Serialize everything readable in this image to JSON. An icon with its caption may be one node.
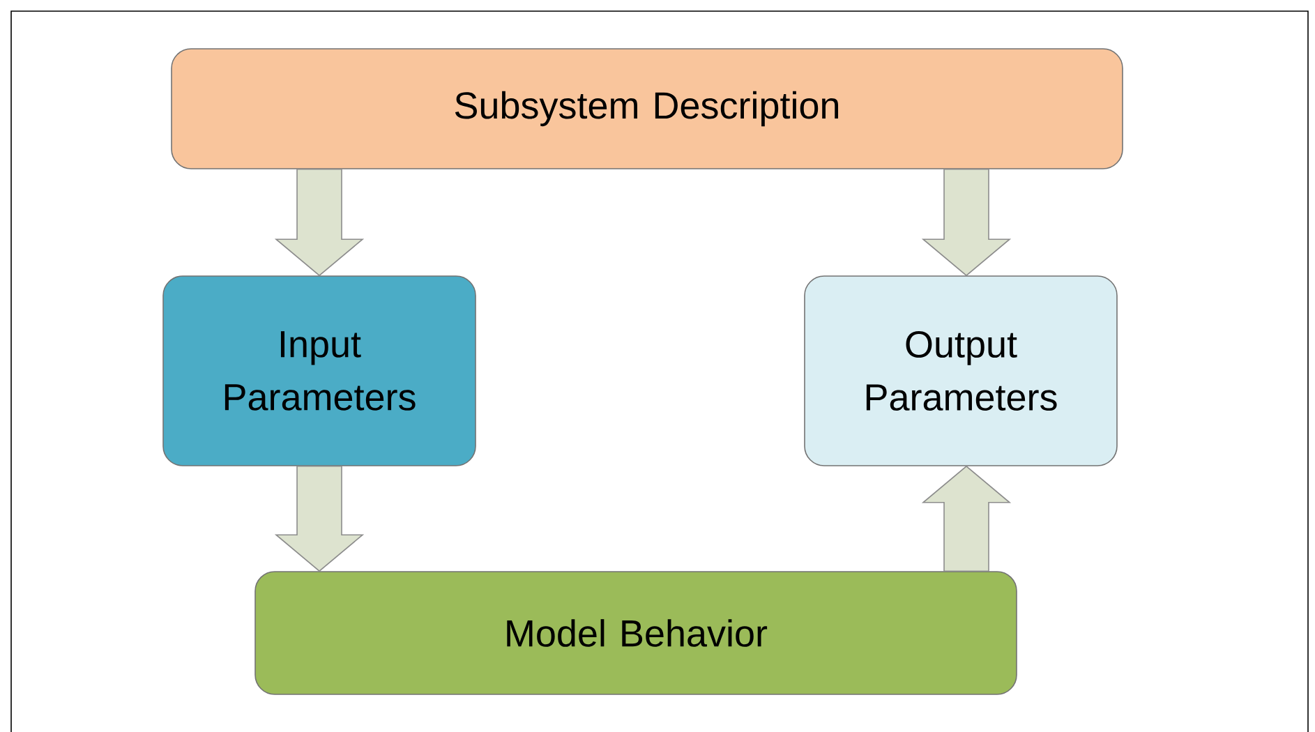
{
  "diagram": {
    "nodes": [
      {
        "text": [
          "Subsystem Description"
        ]
      },
      {
        "text": [
          "Input Parameters"
        ]
      },
      {
        "text": [
          "Output Parameters"
        ]
      },
      {
        "text": [
          "Model Behavior"
        ]
      }
    ],
    "edges": [
      {
        "from": 0,
        "to": 1,
        "arrow": "to"
      },
      {
        "from": 0,
        "to": 2,
        "arrow": "to"
      },
      {
        "from": 1,
        "to": 3,
        "arrow": "to"
      },
      {
        "from": 3,
        "to": 2,
        "arrow": "to"
      }
    ]
  }
}
